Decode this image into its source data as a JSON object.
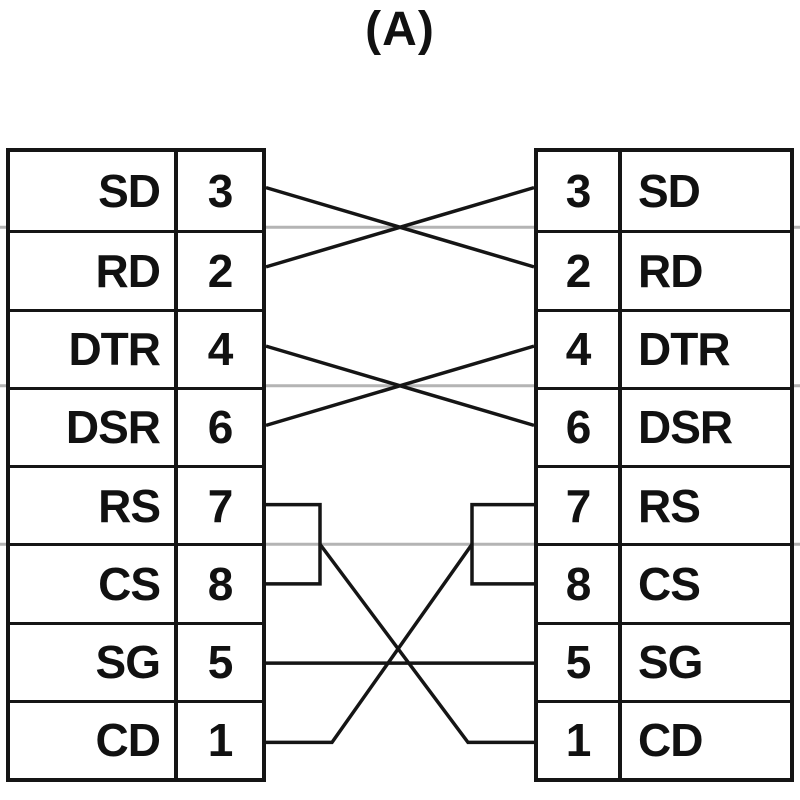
{
  "title": "(A)",
  "colors": {
    "wire": "#151515",
    "separator": "#b4b4b4",
    "border": "#151515",
    "text": "#111111",
    "background": "#ffffff"
  },
  "connectors": {
    "left": {
      "orientation": "signal-then-pin",
      "rows": [
        {
          "signal": "SD",
          "pin": "3"
        },
        {
          "signal": "RD",
          "pin": "2"
        },
        {
          "signal": "DTR",
          "pin": "4"
        },
        {
          "signal": "DSR",
          "pin": "6"
        },
        {
          "signal": "RS",
          "pin": "7"
        },
        {
          "signal": "CS",
          "pin": "8"
        },
        {
          "signal": "SG",
          "pin": "5"
        },
        {
          "signal": "CD",
          "pin": "1"
        }
      ]
    },
    "right": {
      "orientation": "pin-then-signal",
      "rows": [
        {
          "signal": "SD",
          "pin": "3"
        },
        {
          "signal": "RD",
          "pin": "2"
        },
        {
          "signal": "DTR",
          "pin": "4"
        },
        {
          "signal": "DSR",
          "pin": "6"
        },
        {
          "signal": "RS",
          "pin": "7"
        },
        {
          "signal": "CS",
          "pin": "8"
        },
        {
          "signal": "SG",
          "pin": "5"
        },
        {
          "signal": "CD",
          "pin": "1"
        }
      ]
    }
  },
  "connections": [
    {
      "type": "cross",
      "from": {
        "side": "left",
        "pin": "3",
        "signal": "SD"
      },
      "to": {
        "side": "right",
        "pin": "2",
        "signal": "RD"
      }
    },
    {
      "type": "cross",
      "from": {
        "side": "left",
        "pin": "2",
        "signal": "RD"
      },
      "to": {
        "side": "right",
        "pin": "3",
        "signal": "SD"
      }
    },
    {
      "type": "cross",
      "from": {
        "side": "left",
        "pin": "4",
        "signal": "DTR"
      },
      "to": {
        "side": "right",
        "pin": "6",
        "signal": "DSR"
      }
    },
    {
      "type": "cross",
      "from": {
        "side": "left",
        "pin": "6",
        "signal": "DSR"
      },
      "to": {
        "side": "right",
        "pin": "4",
        "signal": "DTR"
      }
    },
    {
      "type": "loopback",
      "side": "left",
      "pins": [
        "7",
        "8"
      ],
      "signals": [
        "RS",
        "CS"
      ]
    },
    {
      "type": "loopback",
      "side": "right",
      "pins": [
        "7",
        "8"
      ],
      "signals": [
        "RS",
        "CS"
      ]
    },
    {
      "type": "cross_from_loopback",
      "from": {
        "side": "left",
        "pins": [
          "7",
          "8"
        ]
      },
      "to": {
        "side": "right",
        "pin": "1",
        "signal": "CD"
      }
    },
    {
      "type": "cross_from_loopback",
      "from": {
        "side": "right",
        "pins": [
          "7",
          "8"
        ]
      },
      "to": {
        "side": "left",
        "pin": "1",
        "signal": "CD"
      }
    },
    {
      "type": "straight",
      "from": {
        "side": "left",
        "pin": "5",
        "signal": "SG"
      },
      "to": {
        "side": "right",
        "pin": "5",
        "signal": "SG"
      }
    }
  ]
}
